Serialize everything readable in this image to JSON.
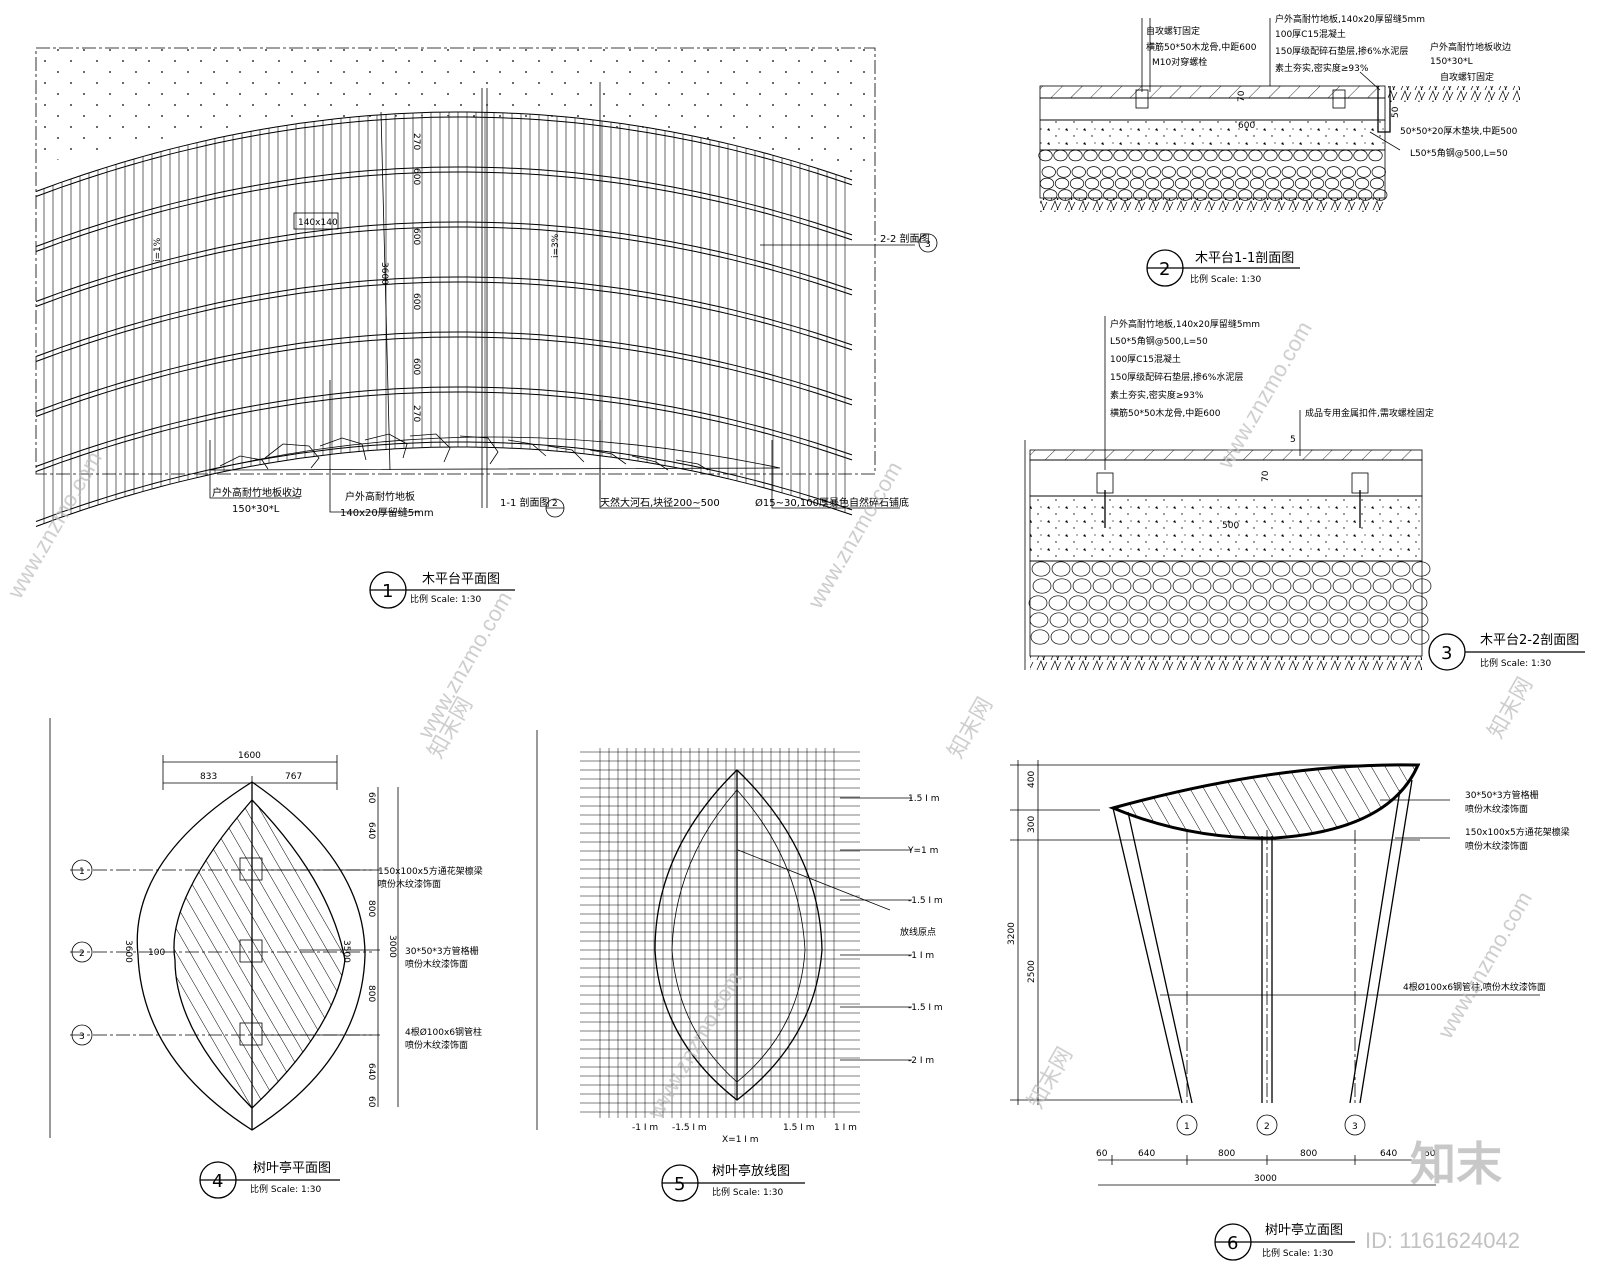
{
  "views": {
    "v1": {
      "number": "1",
      "title": "木平台平面图",
      "scale": "比例 Scale: 1:30",
      "dims": [
        "270",
        "600",
        "600",
        "600",
        "600",
        "270"
      ],
      "total_dim": "3600",
      "board_tag": "140x140",
      "slope_left": "i=1%",
      "slope_mid": "i=3%",
      "lbl_edge_a": "户外高耐竹地板收边",
      "lbl_edge_b": "150*30*L",
      "lbl_floor_a": "户外高耐竹地板",
      "lbl_floor_b": "140x20厚留缝5mm",
      "sec_1_1": "1-1 剖面图",
      "sec_1_1_num": "2",
      "lbl_stone": "天然大河石,块径200~500",
      "lbl_gravel": "Ø15~30,100厚暴色自然碎石铺底",
      "sec_2_2": "2-2 剖面图",
      "sec_2_2_num": "3"
    },
    "v2": {
      "number": "2",
      "title": "木平台1-1剖面图",
      "scale": "比例 Scale: 1:30",
      "n1": "户外高耐竹地板,140x20厚留缝5mm",
      "n2": "100厚C15混凝土",
      "n3": "150厚级配碎石垫层,掺6%水泥层",
      "n4": "素土夯实,密实度≥93%",
      "n5": "自攻螺钉固定",
      "n6": "横筋50*50木龙骨,中距600",
      "n7": "M10对穿螺栓",
      "n8": "户外高耐竹地板收边",
      "n9": "150*30*L",
      "n10": "自攻螺钉固定",
      "n11": "50*50*20厚木垫块,中距500",
      "n12": "L50*5角钢@500,L=50",
      "d70": "70",
      "d600": "600",
      "d50": "50"
    },
    "v3": {
      "number": "3",
      "title": "木平台2-2剖面图",
      "scale": "比例 Scale: 1:30",
      "n1": "户外高耐竹地板,140x20厚留缝5mm",
      "n2": "L50*5角钢@500,L=50",
      "n3": "100厚C15混凝土",
      "n4": "150厚级配碎石垫层,掺6%水泥层",
      "n5": "素土夯实,密实度≥93%",
      "n6": "横筋50*50木龙骨,中距600",
      "n7": "成品专用金属扣件,需攻螺栓固定",
      "d5": "5",
      "d70": "70",
      "d500": "500"
    },
    "v4": {
      "number": "4",
      "title": "树叶亭平面图",
      "scale": "比例 Scale: 1:30",
      "w_total": "1600",
      "w_left": "833",
      "w_right": "767",
      "h_left": "3600",
      "h_right": "3500",
      "h_100": "100",
      "grid": [
        "1",
        "2",
        "3"
      ],
      "r_dims": [
        "60",
        "640",
        "800",
        "3000",
        "800",
        "640",
        "60"
      ],
      "n1": "150x100x5方通花架檩梁",
      "n1b": "喷份木纹漆饰面",
      "n2": "30*50*3方管格栅",
      "n2b": "喷份木纹漆饰面",
      "n3": "4根Ø100x6钢管柱",
      "n3b": "喷份木纹漆饰面"
    },
    "v5": {
      "number": "5",
      "title": "树叶亭放线图",
      "scale": "比例 Scale: 1:30",
      "r_labels": [
        "1.5 I m",
        "Y=1 m",
        "-1.5 I m",
        "-1 I m",
        "-1.5 I m",
        "-2 I m"
      ],
      "origin": "放线原点",
      "b_labels": [
        "-1 I m",
        "-1.5 I m",
        "1.5 I m",
        "1 I m"
      ],
      "x_label": "X=1 I m"
    },
    "v6": {
      "number": "6",
      "title": "树叶亭立面图",
      "scale": "比例 Scale: 1:30",
      "h_dims": [
        "400",
        "300",
        "2500"
      ],
      "h_total": "3200",
      "n1": "30*50*3方管格栅",
      "n1b": "喷份木纹漆饰面",
      "n2": "150x100x5方通花架檩梁",
      "n2b": "喷份木纹漆饰面",
      "n3": "4根Ø100x6钢管柱,喷份木纹漆饰面",
      "grid": [
        "1",
        "2",
        "3"
      ],
      "b_dims": [
        "60",
        "640",
        "800",
        "800",
        "640",
        "60"
      ],
      "b_total": "3000"
    }
  },
  "watermark": {
    "text": "www.znzmo.com",
    "brand": "知末网",
    "logo": "知末",
    "id": "ID: 1161624042"
  }
}
